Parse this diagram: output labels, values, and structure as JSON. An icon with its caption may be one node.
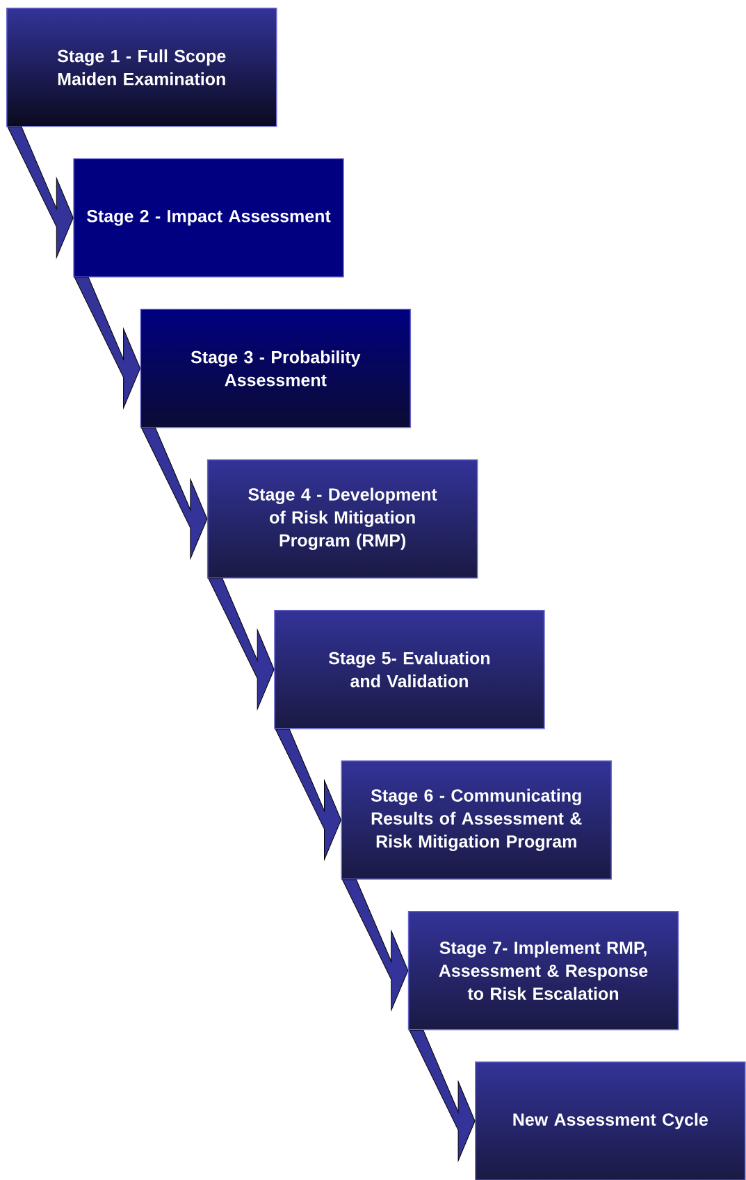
{
  "diagram": {
    "nodes": [
      {
        "text": [
          "Stage 1 - Full Scope Maiden Examination"
        ]
      },
      {
        "text": [
          "Stage 2 - Impact Assessment"
        ]
      },
      {
        "text": [
          "Stage 3 - Probability Assessment"
        ]
      },
      {
        "text": [
          "Stage 4 - Development of Risk Mitigation Program (RMP)"
        ]
      },
      {
        "text": [
          "Stage 5- Evaluation and Validation"
        ]
      },
      {
        "text": [
          "Stage 6 - Communicating Results of Assessment & Risk Mitigation Program"
        ]
      },
      {
        "text": [
          "Stage 7- Implement RMP, Assessment & Response to Risk Escalation"
        ]
      },
      {
        "text": [
          "New Assessment Cycle"
        ]
      }
    ],
    "edges": [
      {
        "from": 0,
        "to": 1,
        "arrow": "to"
      },
      {
        "from": 1,
        "to": 2,
        "arrow": "to"
      },
      {
        "from": 2,
        "to": 3,
        "arrow": "to"
      },
      {
        "from": 3,
        "to": 4,
        "arrow": "to"
      },
      {
        "from": 4,
        "to": 5,
        "arrow": "to"
      },
      {
        "from": 5,
        "to": 6,
        "arrow": "to"
      },
      {
        "from": 6,
        "to": 7,
        "arrow": "to"
      }
    ]
  }
}
